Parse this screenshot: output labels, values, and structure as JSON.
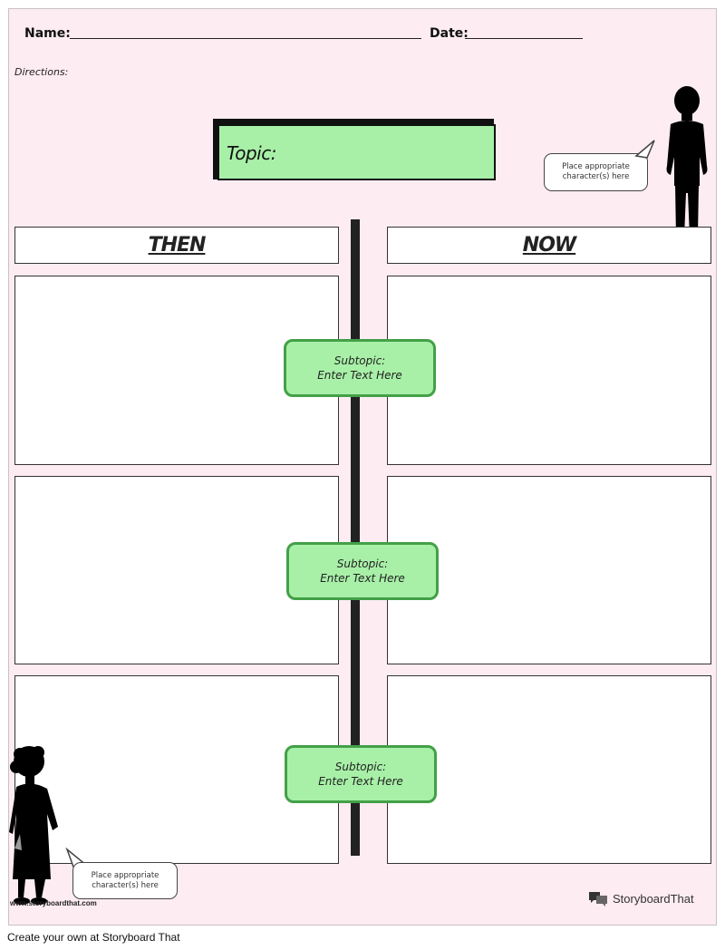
{
  "header": {
    "name_label": "Name:",
    "date_label": "Date:"
  },
  "directions": "Directions:",
  "topic": {
    "label": "Topic:"
  },
  "bubbles": {
    "top": [
      "Place appropriate",
      "character(s) here"
    ],
    "bottom": [
      "Place appropriate",
      "character(s) here"
    ]
  },
  "columns": {
    "then": "THEN",
    "now": "NOW"
  },
  "subtopics": [
    {
      "line1": "Subtopic:",
      "line2": "Enter Text Here"
    },
    {
      "line1": "Subtopic:",
      "line2": "Enter Text Here"
    },
    {
      "line1": "Subtopic:",
      "line2": "Enter Text Here"
    }
  ],
  "watermark": "www.storyboardthat.com",
  "logo": {
    "icon": "speech-bubbles-icon",
    "text": "StoryboardThat"
  },
  "footer": "Create your own at Storyboard That",
  "colors": {
    "page": "#fdecf2",
    "topic_fill": "#a8f0a8",
    "subtopic_border": "#43a047"
  }
}
